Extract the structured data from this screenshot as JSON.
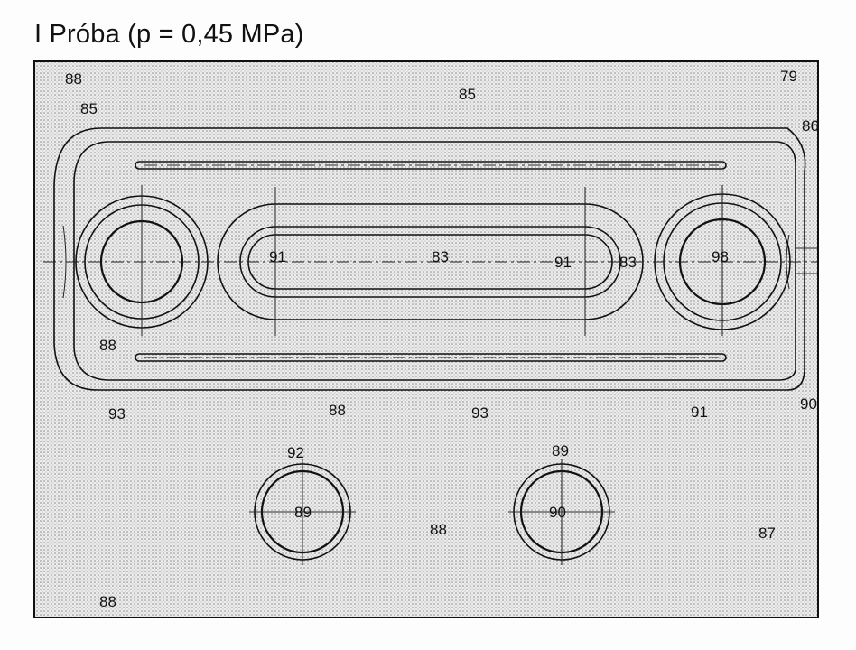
{
  "title": "I Próba (p = 0,45 MPa)",
  "labels": {
    "tl": "88",
    "tl2": "85",
    "top": "85",
    "tr": "79",
    "r1": "86",
    "hole_l": "91",
    "hole_c": "83",
    "hole_r": "91",
    "r_gap": "83",
    "port_r": "98",
    "left_mid": "88",
    "b1": "93",
    "b2": "88",
    "b3": "93",
    "b4": "91",
    "br": "90",
    "c1_top": "92",
    "c1_center": "89",
    "c2_top": "89",
    "c2_center": "90",
    "mid_bottom": "88",
    "right_bottom": "87",
    "bottom_left": "88"
  }
}
